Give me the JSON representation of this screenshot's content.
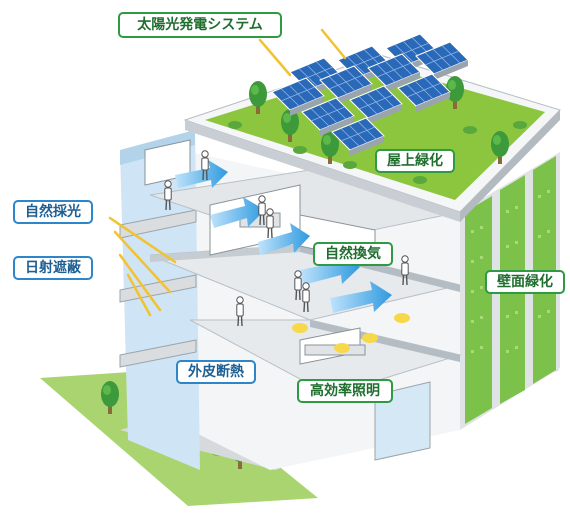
{
  "labels": {
    "solar": "太陽光発電システム",
    "rooftop_greening": "屋上緑化",
    "natural_lighting": "自然採光",
    "solar_shading": "日射遮蔽",
    "natural_ventilation": "自然換気",
    "wall_greening": "壁面緑化",
    "exterior_insulation": "外皮断熱",
    "efficient_lighting": "高効率照明"
  },
  "colors": {
    "greenery": "#8cc63f",
    "tree": "#3d9a3a",
    "solar_panel": "#2a68b8",
    "airflow": "#2f9ae0",
    "sunlight": "#f2c230",
    "glass": "#cfe4f4",
    "wall": "#e9ecef",
    "label_green": "#2f9a43",
    "label_blue": "#2c86c9"
  }
}
